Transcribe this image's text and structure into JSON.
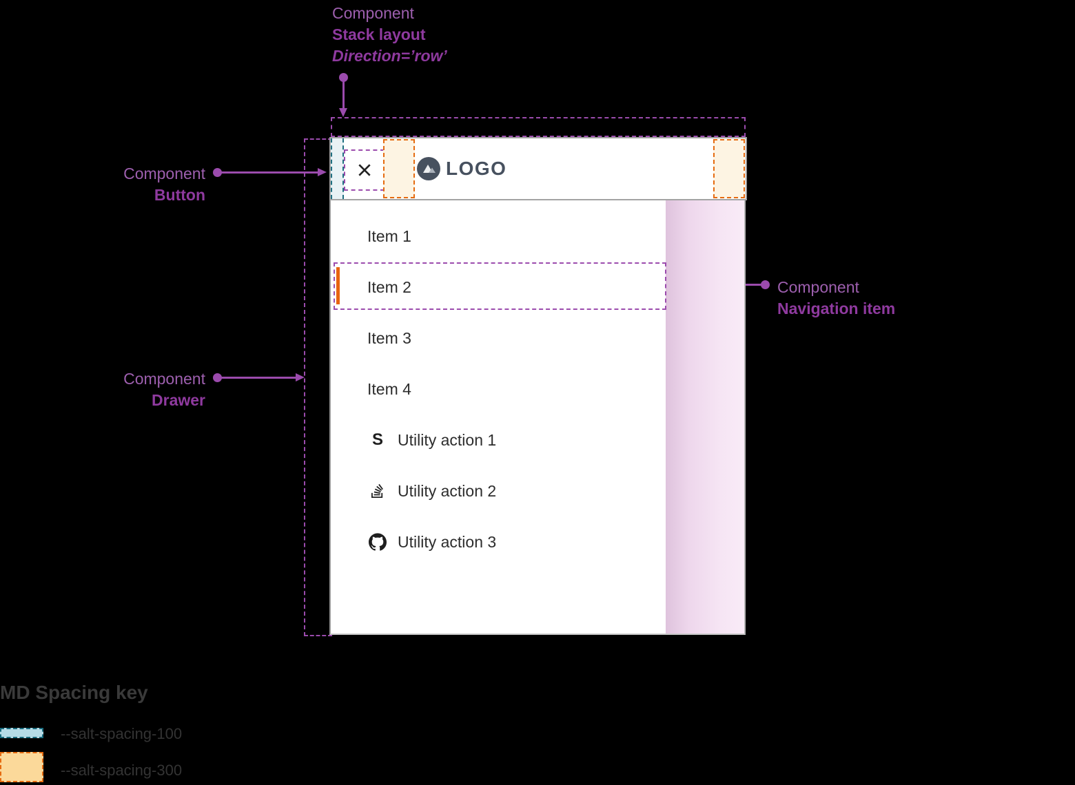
{
  "annotations": {
    "stack_layout": {
      "kind": "Component",
      "name": "Stack layout",
      "detail": "Direction=’row’"
    },
    "button": {
      "kind": "Component",
      "name": "Button"
    },
    "drawer": {
      "kind": "Component",
      "name": "Drawer"
    },
    "navigation_item": {
      "kind": "Component",
      "name": "Navigation item"
    }
  },
  "mock_ui": {
    "header": {
      "logo_text": "LOGO"
    },
    "drawer": {
      "nav_items": [
        {
          "label": "Item 1",
          "active": false
        },
        {
          "label": "Item 2",
          "active": true
        },
        {
          "label": "Item 3",
          "active": false
        },
        {
          "label": "Item 4",
          "active": false
        }
      ],
      "utility_items": [
        {
          "icon": "salt-symbol-icon",
          "icon_glyph": "S",
          "label": "Utility action 1"
        },
        {
          "icon": "stack-overflow-icon",
          "label": "Utility action 2"
        },
        {
          "icon": "github-icon",
          "label": "Utility action 3"
        }
      ]
    }
  },
  "spacing_key": {
    "title": "MD Spacing key",
    "entries": [
      {
        "token": "--salt-spacing-100",
        "fill": "#b5dbe6",
        "border": "#186a7d"
      },
      {
        "token": "--salt-spacing-300",
        "fill": "#fbd99a",
        "border": "#e56b10"
      }
    ]
  },
  "colors": {
    "annotation_purple": "#9d5fae",
    "annotation_purple_bold": "#8f3a9f",
    "spacing_100_teal": "#1e6e80",
    "spacing_300_orange": "#e56b10",
    "active_indicator_orange": "#e8650f",
    "logo_slate": "#47515f",
    "content_pink": "#f6e5f4"
  }
}
